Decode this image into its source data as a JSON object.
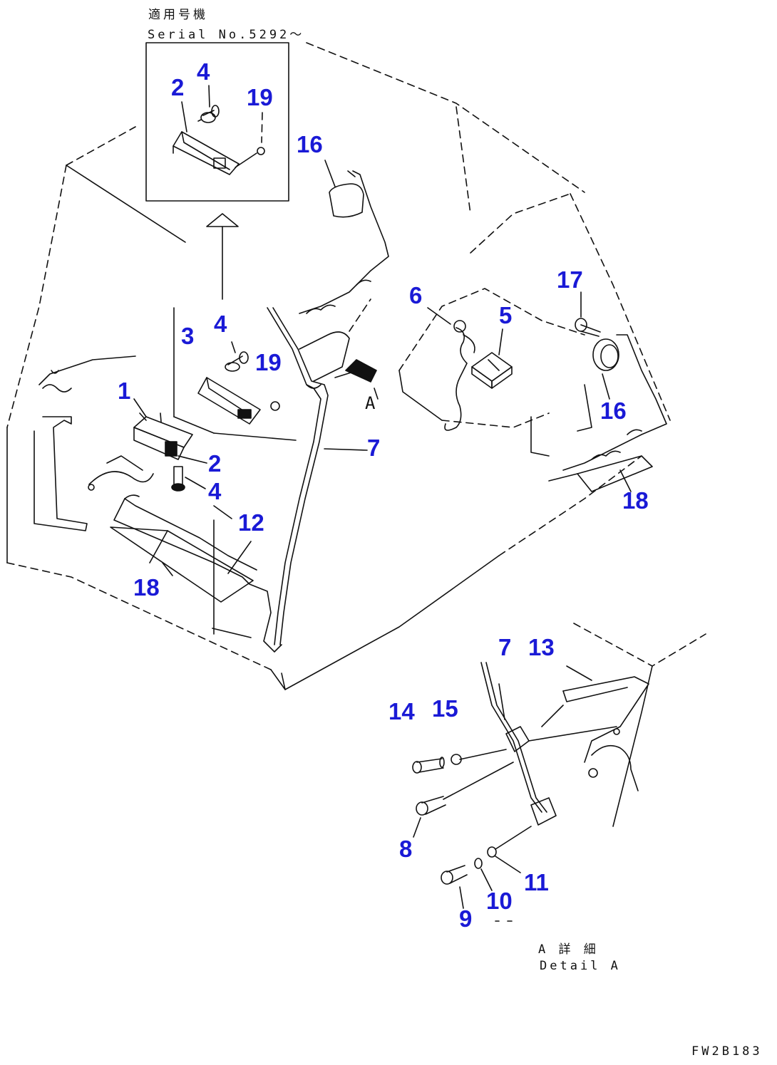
{
  "header": {
    "jp_label": "適用号機",
    "serial_label": "Serial No.5292～"
  },
  "detail": {
    "jp_label": "A 詳 細",
    "en_label": "Detail A"
  },
  "view_arrow_label": "A",
  "drawing_code": "FW2B183",
  "callouts": [
    "4",
    "2",
    "19",
    "16",
    "6",
    "5",
    "17",
    "4",
    "3",
    "19",
    "1",
    "16",
    "7",
    "2",
    "4",
    "12",
    "18",
    "18",
    "7",
    "13",
    "14",
    "15",
    "8",
    "11",
    "10",
    "9"
  ],
  "colors": {
    "callout": "#1a1ad6",
    "line": "#111111"
  }
}
